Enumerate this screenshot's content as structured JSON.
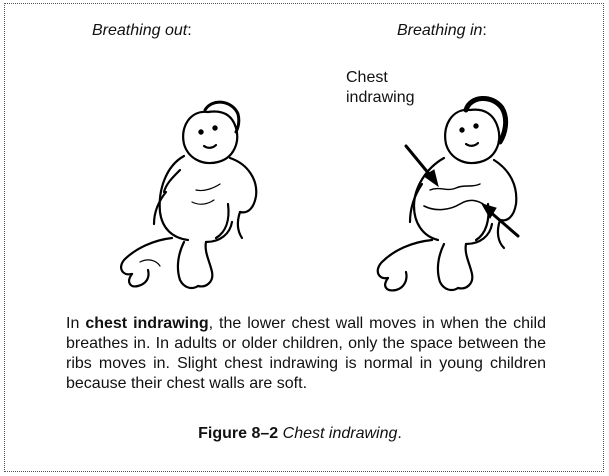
{
  "figure": {
    "label_out": "Breathing out",
    "label_in": "Breathing in",
    "colon": ":",
    "callout_line1": "Chest",
    "callout_line2": "indrawing",
    "body_prefix": "In ",
    "body_bold": "chest indrawing",
    "body_rest": ", the lower chest wall moves in when the child breathes in. In adults or older children, only the space between the ribs moves in. Slight chest indrawing is normal in young children because their chest walls are soft.",
    "caption_number": "Figure 8–2",
    "caption_title": "Chest indrawing",
    "caption_end": "."
  },
  "icons": {
    "baby_out": "baby-breathing-out-illustration",
    "baby_in": "baby-breathing-in-illustration",
    "arrow": "arrow-icon"
  }
}
